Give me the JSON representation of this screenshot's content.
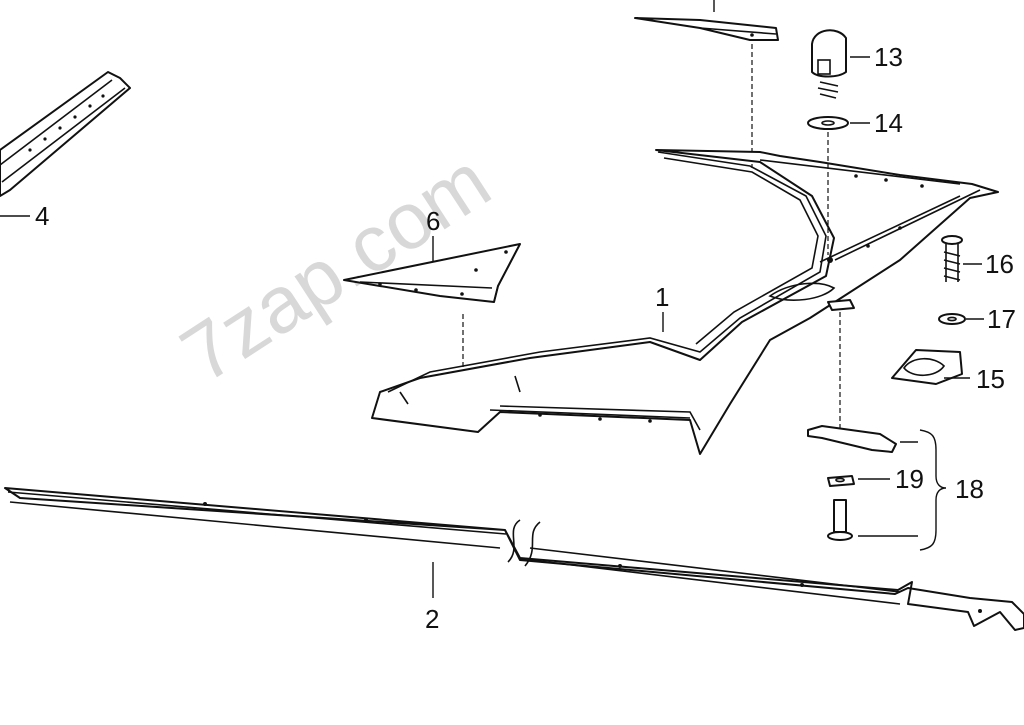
{
  "watermark": "7zap.com",
  "callouts": {
    "c1": "1",
    "c2": "2",
    "c4": "4",
    "c6": "6",
    "c13": "13",
    "c14": "14",
    "c15": "15",
    "c16": "16",
    "c17": "17",
    "c18": "18",
    "c19": "19"
  },
  "colors": {
    "ink": "#111111",
    "paper": "#ffffff",
    "watermark": "#cfcfcf"
  }
}
